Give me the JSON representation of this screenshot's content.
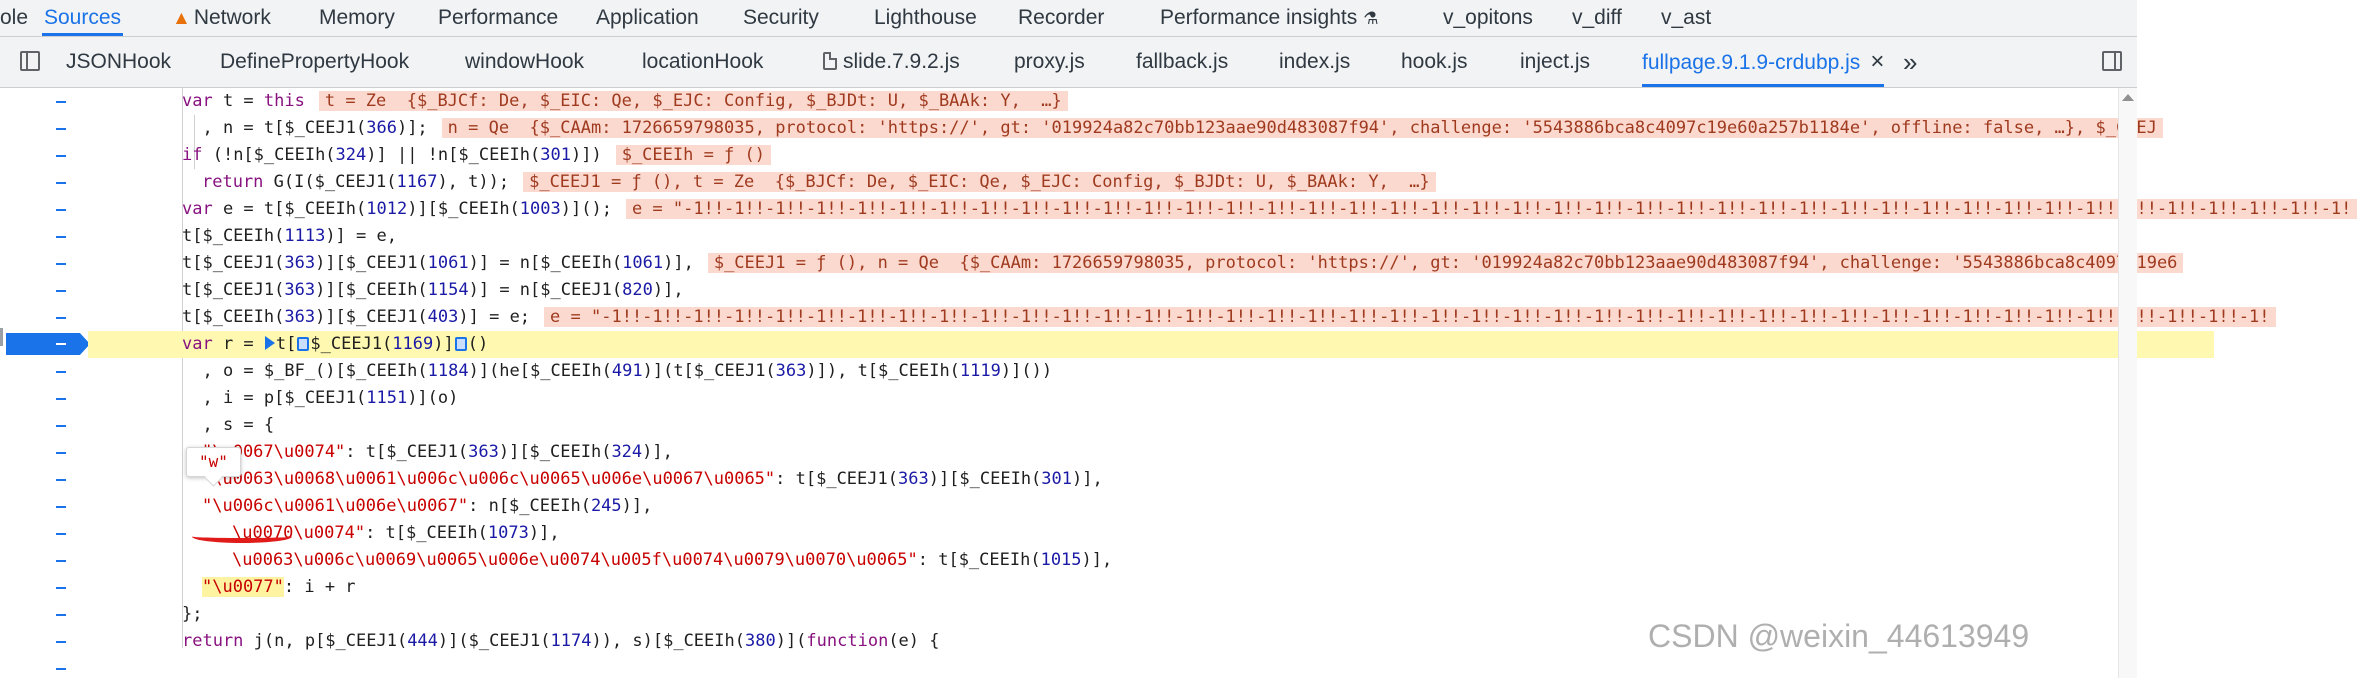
{
  "panel_tabs": [
    {
      "label": "ole"
    },
    {
      "label": "Sources"
    },
    {
      "label": "Network"
    },
    {
      "label": "Memory"
    },
    {
      "label": "Performance"
    },
    {
      "label": "Application"
    },
    {
      "label": "Security"
    },
    {
      "label": "Lighthouse"
    },
    {
      "label": "Recorder"
    },
    {
      "label": "Performance insights"
    },
    {
      "label": "v_opitons"
    },
    {
      "label": "v_diff"
    },
    {
      "label": "v_ast"
    }
  ],
  "file_tabs": [
    {
      "label": "JSONHook"
    },
    {
      "label": "DefinePropertyHook"
    },
    {
      "label": "windowHook"
    },
    {
      "label": "locationHook"
    },
    {
      "label": "slide.7.9.2.js"
    },
    {
      "label": "proxy.js"
    },
    {
      "label": "fallback.js"
    },
    {
      "label": "index.js"
    },
    {
      "label": "hook.js"
    },
    {
      "label": "inject.js"
    },
    {
      "label": "fullpage.9.1.9-crdubp.js"
    }
  ],
  "close_glyph": "×",
  "more_glyph": "»",
  "code": {
    "l1": {
      "kw": "var",
      "text": " t = ",
      "kw2": "this",
      "ann": "t = Ze  {$_BJCf: De, $_EIC: Qe, $_EJC: Config, $_BJDt: U, $_BAAk: Y,  …}"
    },
    "l2": {
      "pre": "  , n = t[$_CEEJ1(",
      "num": "366",
      "post": ")];",
      "ann": "n = Qe  {$_CAAm: 1726659798035, protocol: 'https://', gt: '019924a82c70bb123aae90d483087f94', challenge: '5543886bca8c4097c19e60a257b1184e', offline: false, …}, $_CEEJ"
    },
    "l3": {
      "kw": "if",
      "pre": " (!n[$_CEEIh(",
      "num": "324",
      "mid": ")] || !n[$_CEEIh(",
      "num2": "301",
      "post": ")])",
      "ann": "$_CEEIh = ƒ ()"
    },
    "l4": {
      "kw": "return",
      "pre": " G(I($_CEEJ1(",
      "num": "1167",
      "post": "), t));",
      "ann": "$_CEEJ1 = ƒ (), t = Ze  {$_BJCf: De, $_EIC: Qe, $_EJC: Config, $_BJDt: U, $_BAAk: Y,  …}"
    },
    "l5": {
      "kw": "var",
      "pre": " e = t[$_CEEIh(",
      "num": "1012",
      "mid": ")][$_CEEIh(",
      "num2": "1003",
      "post": ")]();",
      "ann": "e = \"-1!!-1!!-1!!-1!!-1!!-1!!-1!!-1!!-1!!-1!!-1!!-1!!-1!!-1!!-1!!-1!!-1!!-1!!-1!!-1!!-1!!-1!!-1!!-1!!-1!!-1!!-1!!-1!!-1!!-1!!-1!!-1!!-1!!-1!!-1!!-1!!-1!!-1!!-1!!-1!!-1!"
    },
    "l6": {
      "pre": "t[$_CEEIh(",
      "num": "1113",
      "post": ")] = e,"
    },
    "l7": {
      "pre": "t[$_CEEJ1(",
      "num": "363",
      "mid": ")][$_CEEJ1(",
      "num2": "1061",
      "mid2": ")] = n[$_CEEIh(",
      "num3": "1061",
      "post": ")],",
      "ann": "$_CEEJ1 = ƒ (), n = Qe  {$_CAAm: 1726659798035, protocol: 'https://', gt: '019924a82c70bb123aae90d483087f94', challenge: '5543886bca8c4097c19e6"
    },
    "l8": {
      "pre": "t[$_CEEJ1(",
      "num": "363",
      "mid": ")][$_CEEIh(",
      "num2": "1154",
      "mid2": ")] = n[$_CEEJ1(",
      "num3": "820",
      "post": ")],"
    },
    "l9": {
      "pre": "t[$_CEEIh(",
      "num": "363",
      "mid": ")][$_CEEJ1(",
      "num2": "403",
      "post": ")] = e;",
      "ann": "e = \"-1!!-1!!-1!!-1!!-1!!-1!!-1!!-1!!-1!!-1!!-1!!-1!!-1!!-1!!-1!!-1!!-1!!-1!!-1!!-1!!-1!!-1!!-1!!-1!!-1!!-1!!-1!!-1!!-1!!-1!!-1!!-1!!-1!!-1!!-1!!-1!!-1!!-1!!-1!!-1!!-1!"
    },
    "l10": {
      "kw": "var",
      "pre": " r = ",
      "a": "t",
      "b": "$_CEEJ1(",
      "num": "1169",
      "c": ")]",
      "d": "()"
    },
    "l11": {
      "pre": "  , o = $_BF_()[$_CEEIh(",
      "num": "1184",
      "mid": ")](he[$_CEEIh(",
      "num2": "491",
      "mid2": ")](t[$_CEEJ1(",
      "num3": "363",
      "mid3": ")]), t[$_CEEIh(",
      "num4": "1119",
      "post": ")]())"
    },
    "l12": {
      "pre": "  , i = p[$_CEEJ1(",
      "num": "1151",
      "post": ")](o)"
    },
    "l13": {
      "pre": "  , s = {"
    },
    "l14": {
      "str": "\"\\u0067\\u0074\"",
      "pre": ": t[$_CEEJ1(",
      "num": "363",
      "mid": ")][$_CEEIh(",
      "num2": "324",
      "post": ")],"
    },
    "l15": {
      "str": "\"\\u0063\\u0068\\u0061\\u006c\\u006c\\u0065\\u006e\\u0067\\u0065\"",
      "pre": ": t[$_CEEJ1(",
      "num": "363",
      "mid": ")][$_CEEIh(",
      "num2": "301",
      "post": ")],"
    },
    "l16": {
      "str": "\"\\u006c\\u0061\\u006e\\u0067\"",
      "pre": ": n[$_CEEIh(",
      "num": "245",
      "post": ")],"
    },
    "l17": {
      "str": "\\u0070\\u0074\"",
      "pre": ": t[$_CEEIh(",
      "num": "1073",
      "post": ")],"
    },
    "l18": {
      "str": "\\u0063\\u006c\\u0069\\u0065\\u006e\\u0074\\u005f\\u0074\\u0079\\u0070\\u0065\"",
      "pre": ": t[$_CEEIh(",
      "num": "1015",
      "post": ")],"
    },
    "l19": {
      "str": "\"\\u0077\"",
      "post": ": i + r"
    },
    "l20": {
      "pre": "};"
    },
    "l21": {
      "kw": "return",
      "pre": " j(n, p[$_CEEJ1(",
      "num": "444",
      "mid": ")]($_CEEJ1(",
      "num2": "1174",
      "mid2": ")), s)[$_CEEIh(",
      "num3": "380",
      "mid3": ")](",
      "kw2": "function",
      "post": "(e) {"
    }
  },
  "tooltip": "\"w\"",
  "watermark": "CSDN @weixin_44613949",
  "colors": {
    "accent": "#1a73e8",
    "paused_line": "#fff8b0",
    "annotation_bg": "#fbd9cf",
    "underline": "#e11a1a"
  }
}
